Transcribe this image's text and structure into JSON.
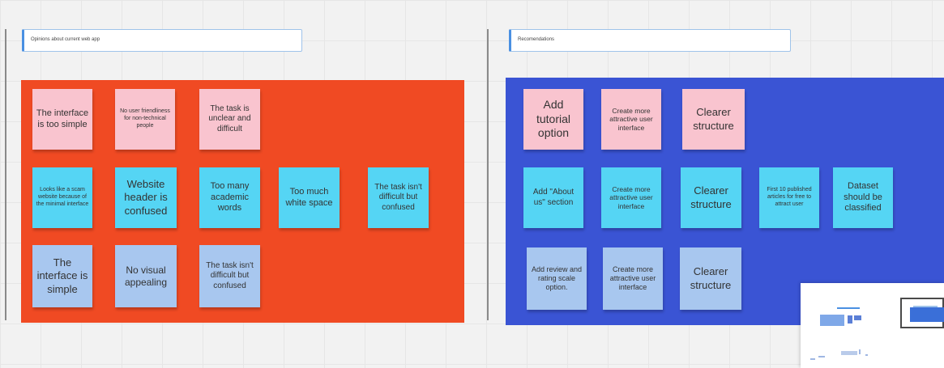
{
  "colors": {
    "canvas": "#f2f2f2",
    "board_left": "#f04a23",
    "board_right": "#3a54d4",
    "note_pink": "#f9c4cf",
    "note_cyan": "#55d5f4",
    "note_blue": "#a8c7ef",
    "title_border": "#4a90e2"
  },
  "left_section": {
    "title": "Opinions about current web app",
    "notes": [
      {
        "text": "The interface is too simple",
        "color": "pink"
      },
      {
        "text": "No user friendliness for non-technical people",
        "color": "pink"
      },
      {
        "text": "The task is unclear and difficult",
        "color": "pink"
      },
      {
        "text": "Looks like a scam website because of the minimal interface",
        "color": "cyan"
      },
      {
        "text": "Website header is confused",
        "color": "cyan"
      },
      {
        "text": "Too many academic words",
        "color": "cyan"
      },
      {
        "text": "Too much white space",
        "color": "cyan"
      },
      {
        "text": "The task isn't difficult but confused",
        "color": "cyan"
      },
      {
        "text": "The interface is simple",
        "color": "blue"
      },
      {
        "text": "No visual appealing",
        "color": "blue"
      },
      {
        "text": "The task isn't difficult but confused",
        "color": "blue"
      }
    ]
  },
  "right_section": {
    "title": "Recomendations",
    "notes": [
      {
        "text": "Add tutorial option",
        "color": "pink"
      },
      {
        "text": "Create more attractive user interface",
        "color": "pink"
      },
      {
        "text": "Clearer structure",
        "color": "pink"
      },
      {
        "text": "Add \"About us\" section",
        "color": "cyan"
      },
      {
        "text": "Create more attractive user interface",
        "color": "cyan"
      },
      {
        "text": "Clearer structure",
        "color": "cyan"
      },
      {
        "text": "First 10 published articles for free to attract user",
        "color": "cyan"
      },
      {
        "text": "Dataset should be classified",
        "color": "cyan"
      },
      {
        "text": "Add review and rating scale option.",
        "color": "blue"
      },
      {
        "text": "Create more attractive user interface",
        "color": "blue"
      },
      {
        "text": "Clearer structure",
        "color": "blue"
      }
    ]
  }
}
